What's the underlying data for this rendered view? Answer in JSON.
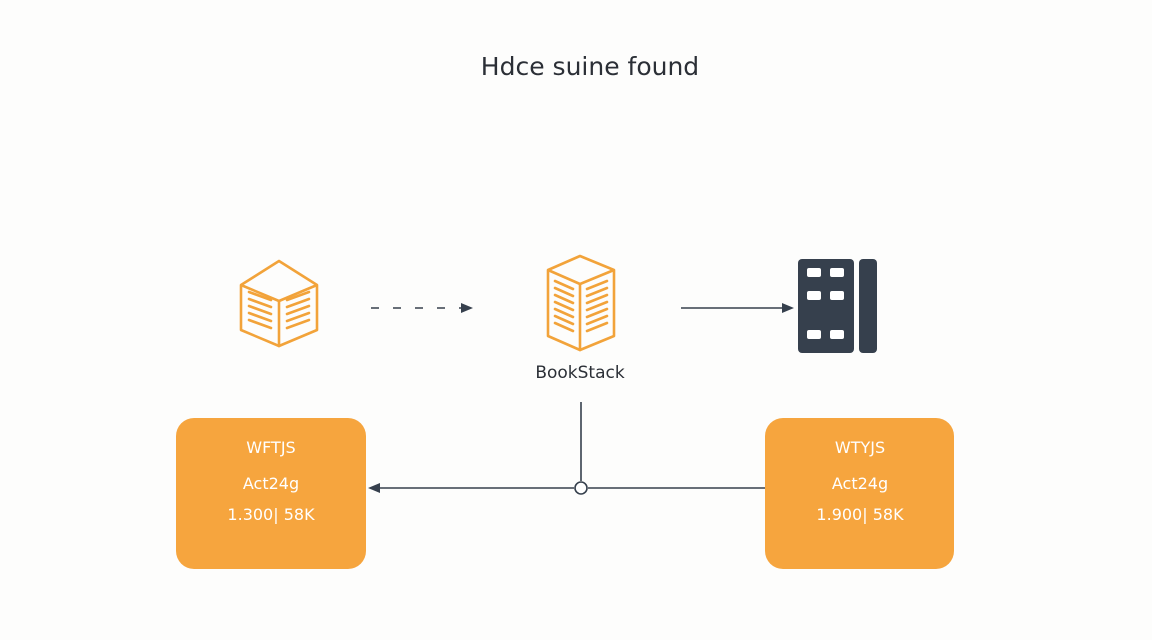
{
  "title": "Hdce suine found",
  "center_node": {
    "label": "BookStack"
  },
  "left_card": {
    "line1": "WFTJS",
    "line2": "Act24g",
    "line3": "1.300| 58K"
  },
  "right_card": {
    "line1": "WTYJS",
    "line2": "Act24g",
    "line3": "1.900| 58K"
  },
  "colors": {
    "accent": "#f6a53e",
    "icon_outline": "#f2a33a",
    "dark": "#36404d"
  },
  "icons": {
    "left": "open-book-icon",
    "center": "book-stack-icon",
    "right": "server-rack-icon"
  }
}
